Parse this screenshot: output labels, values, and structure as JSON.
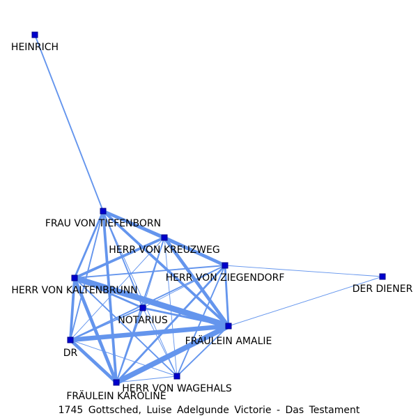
{
  "caption": "1745 Gottsched, Luise Adelgunde Victorie - Das Testament",
  "colors": {
    "edge": "#6495ed",
    "node_fill": "#0000cd",
    "node_stroke": "#00008b",
    "label": "#000000"
  },
  "nodes": [
    {
      "id": "heinrich",
      "label": "HEINRICH"
    },
    {
      "id": "frau-von-tiefenborn",
      "label": "FRAU VON TIEFENBORN"
    },
    {
      "id": "herr-von-kreuzweg",
      "label": "HERR VON KREUZWEG"
    },
    {
      "id": "herr-von-ziegendorf",
      "label": "HERR VON ZIEGENDORF"
    },
    {
      "id": "der-diener",
      "label": "DER DIENER"
    },
    {
      "id": "herr-von-kaltenbrunn",
      "label": "HERR VON KALTENBRUNN"
    },
    {
      "id": "notarius",
      "label": "NOTARIUS"
    },
    {
      "id": "fraulein-amalie",
      "label": "FRÄULEIN AMALIE"
    },
    {
      "id": "dr",
      "label": "DR"
    },
    {
      "id": "herr-von-wagehals",
      "label": "HERR VON WAGEHALS"
    },
    {
      "id": "fraulein-karoline",
      "label": "FRÄULEIN KAROLINE"
    }
  ],
  "edges": [
    {
      "source": "heinrich",
      "target": "frau-von-tiefenborn",
      "weight": 2
    },
    {
      "source": "frau-von-tiefenborn",
      "target": "herr-von-kreuzweg",
      "weight": 5
    },
    {
      "source": "frau-von-tiefenborn",
      "target": "herr-von-ziegendorf",
      "weight": 4
    },
    {
      "source": "frau-von-tiefenborn",
      "target": "herr-von-kaltenbrunn",
      "weight": 3
    },
    {
      "source": "frau-von-tiefenborn",
      "target": "notarius",
      "weight": 2
    },
    {
      "source": "frau-von-tiefenborn",
      "target": "fraulein-amalie",
      "weight": 4
    },
    {
      "source": "frau-von-tiefenborn",
      "target": "dr",
      "weight": 2
    },
    {
      "source": "frau-von-tiefenborn",
      "target": "fraulein-karoline",
      "weight": 4
    },
    {
      "source": "frau-von-tiefenborn",
      "target": "herr-von-wagehals",
      "weight": 1
    },
    {
      "source": "herr-von-kreuzweg",
      "target": "herr-von-ziegendorf",
      "weight": 5
    },
    {
      "source": "herr-von-kreuzweg",
      "target": "herr-von-kaltenbrunn",
      "weight": 4
    },
    {
      "source": "herr-von-kreuzweg",
      "target": "fraulein-amalie",
      "weight": 5
    },
    {
      "source": "herr-von-kreuzweg",
      "target": "notarius",
      "weight": 1
    },
    {
      "source": "herr-von-kreuzweg",
      "target": "dr",
      "weight": 1
    },
    {
      "source": "herr-von-kreuzweg",
      "target": "fraulein-karoline",
      "weight": 2
    },
    {
      "source": "herr-von-kreuzweg",
      "target": "herr-von-wagehals",
      "weight": 1
    },
    {
      "source": "herr-von-ziegendorf",
      "target": "der-diener",
      "weight": 1
    },
    {
      "source": "herr-von-ziegendorf",
      "target": "herr-von-kaltenbrunn",
      "weight": 2
    },
    {
      "source": "herr-von-ziegendorf",
      "target": "fraulein-amalie",
      "weight": 3
    },
    {
      "source": "herr-von-ziegendorf",
      "target": "notarius",
      "weight": 1
    },
    {
      "source": "herr-von-ziegendorf",
      "target": "dr",
      "weight": 2
    },
    {
      "source": "herr-von-ziegendorf",
      "target": "fraulein-karoline",
      "weight": 3
    },
    {
      "source": "herr-von-ziegendorf",
      "target": "herr-von-wagehals",
      "weight": 2
    },
    {
      "source": "der-diener",
      "target": "fraulein-amalie",
      "weight": 1
    },
    {
      "source": "herr-von-kaltenbrunn",
      "target": "notarius",
      "weight": 3
    },
    {
      "source": "herr-von-kaltenbrunn",
      "target": "fraulein-amalie",
      "weight": 9
    },
    {
      "source": "herr-von-kaltenbrunn",
      "target": "dr",
      "weight": 4
    },
    {
      "source": "herr-von-kaltenbrunn",
      "target": "fraulein-karoline",
      "weight": 5
    },
    {
      "source": "herr-von-kaltenbrunn",
      "target": "herr-von-wagehals",
      "weight": 2
    },
    {
      "source": "notarius",
      "target": "fraulein-amalie",
      "weight": 3
    },
    {
      "source": "notarius",
      "target": "dr",
      "weight": 2
    },
    {
      "source": "notarius",
      "target": "fraulein-karoline",
      "weight": 2
    },
    {
      "source": "notarius",
      "target": "herr-von-wagehals",
      "weight": 1
    },
    {
      "source": "fraulein-amalie",
      "target": "dr",
      "weight": 7
    },
    {
      "source": "fraulein-amalie",
      "target": "fraulein-karoline",
      "weight": 8
    },
    {
      "source": "fraulein-amalie",
      "target": "herr-von-wagehals",
      "weight": 2
    },
    {
      "source": "dr",
      "target": "fraulein-karoline",
      "weight": 5
    },
    {
      "source": "dr",
      "target": "herr-von-wagehals",
      "weight": 1
    },
    {
      "source": "fraulein-karoline",
      "target": "herr-von-wagehals",
      "weight": 1
    }
  ]
}
